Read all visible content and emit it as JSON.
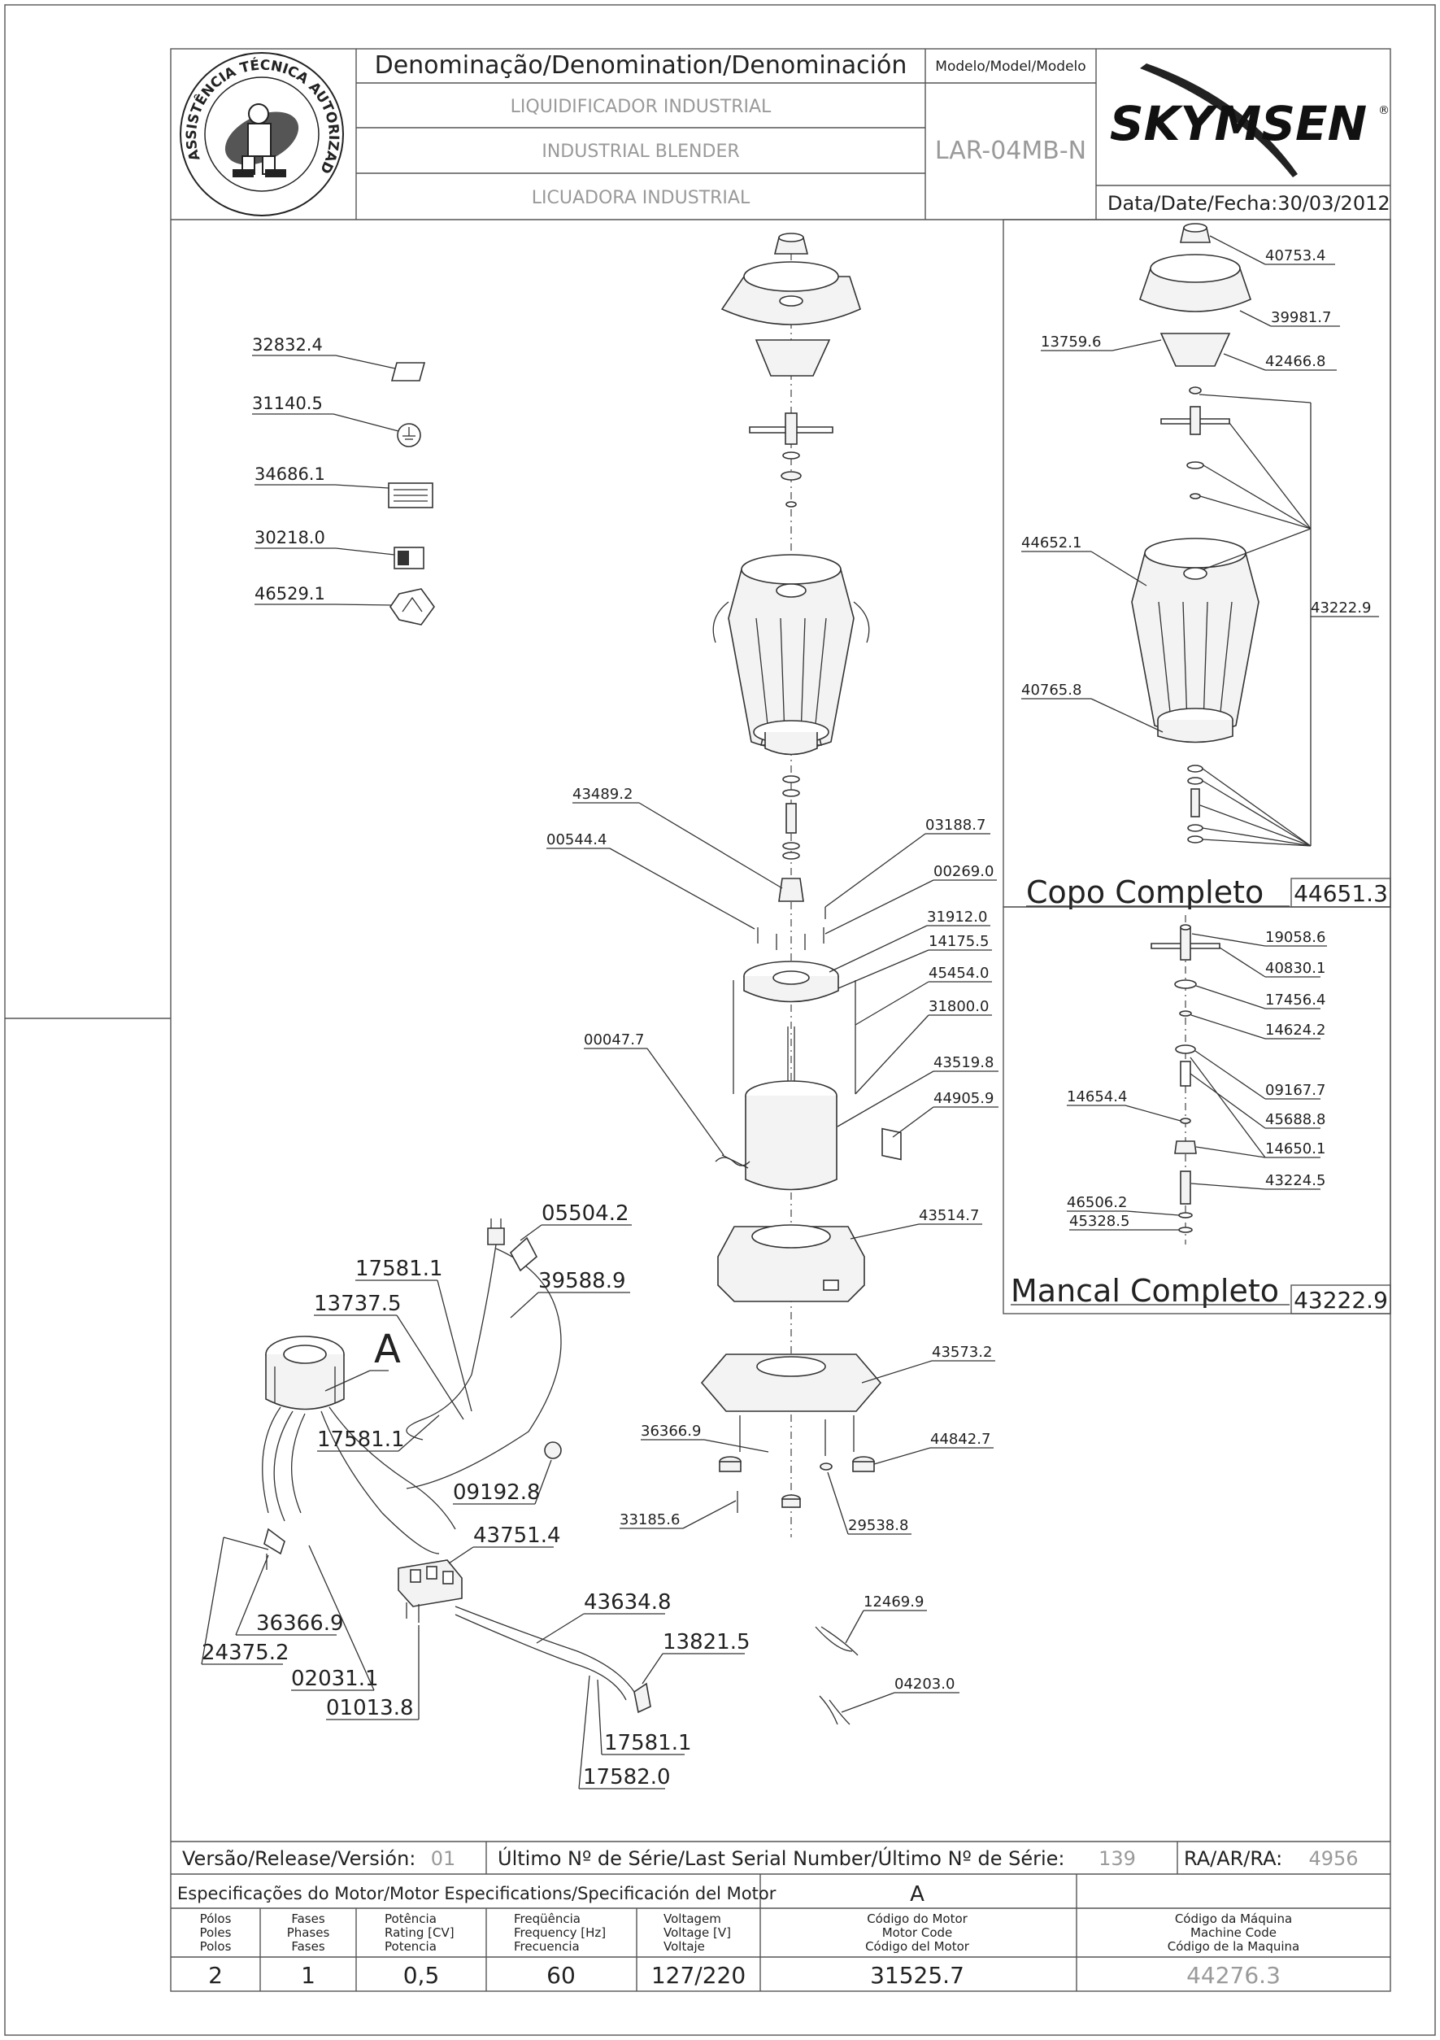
{
  "header": {
    "denomination_heading": "Denominação/Denomination/Denominación",
    "name_pt": "LIQUIDIFICADOR INDUSTRIAL",
    "name_en": "INDUSTRIAL BLENDER",
    "name_es": "LICUADORA INDUSTRIAL",
    "model_heading": "Modelo/Model/Modelo",
    "model_value": "LAR-04MB-N",
    "brand": "SKYMSEN",
    "date_label": "Data/Date/Fecha:",
    "date_value": "30/03/2012",
    "seal_text": "ASSISTÊNCIA TÉCNICA AUTORIZADA"
  },
  "accessories": [
    {
      "code": "32832.4"
    },
    {
      "code": "31140.5"
    },
    {
      "code": "34686.1"
    },
    {
      "code": "30218.0"
    },
    {
      "code": "46529.1"
    }
  ],
  "main_parts": [
    {
      "code": "43489.2"
    },
    {
      "code": "00544.4"
    },
    {
      "code": "03188.7"
    },
    {
      "code": "00269.0"
    },
    {
      "code": "31912.0"
    },
    {
      "code": "14175.5"
    },
    {
      "code": "45454.0"
    },
    {
      "code": "31800.0"
    },
    {
      "code": "00047.7"
    },
    {
      "code": "43519.8"
    },
    {
      "code": "44905.9"
    },
    {
      "code": "43514.7"
    },
    {
      "code": "43573.2"
    },
    {
      "code": "36366.9"
    },
    {
      "code": "44842.7"
    },
    {
      "code": "33185.6"
    },
    {
      "code": "29538.8"
    }
  ],
  "wiring_parts": [
    {
      "code": "05504.2"
    },
    {
      "code": "39588.9"
    },
    {
      "code": "17581.1"
    },
    {
      "code": "13737.5"
    },
    {
      "code": "17581.1"
    },
    {
      "code": "09192.8"
    },
    {
      "code": "43751.4"
    },
    {
      "code": "36366.9"
    },
    {
      "code": "24375.2"
    },
    {
      "code": "02031.1"
    },
    {
      "code": "01013.8"
    },
    {
      "code": "43634.8"
    },
    {
      "code": "13821.5"
    },
    {
      "code": "17581.1"
    },
    {
      "code": "17582.0"
    },
    {
      "code": "12469.9"
    },
    {
      "code": "04203.0"
    }
  ],
  "motor_letter": "A",
  "copo": {
    "title": "Copo Completo",
    "code": "44651.3",
    "parts": [
      {
        "code": "40753.4"
      },
      {
        "code": "39981.7"
      },
      {
        "code": "13759.6"
      },
      {
        "code": "42466.8"
      },
      {
        "code": "44652.1"
      },
      {
        "code": "43222.9"
      },
      {
        "code": "40765.8"
      }
    ]
  },
  "mancal": {
    "title": "Mancal Completo",
    "code": "43222.9",
    "parts": [
      {
        "code": "19058.6"
      },
      {
        "code": "40830.1"
      },
      {
        "code": "17456.4"
      },
      {
        "code": "14624.2"
      },
      {
        "code": "09167.7"
      },
      {
        "code": "14654.4"
      },
      {
        "code": "45688.8"
      },
      {
        "code": "14650.1"
      },
      {
        "code": "43224.5"
      },
      {
        "code": "46506.2"
      },
      {
        "code": "45328.5"
      }
    ]
  },
  "footer": {
    "release_label": "Versão/Release/Versión:",
    "release_value": "01",
    "serial_label": "Último Nº de Série/Last Serial Number/Último Nº de Série:",
    "serial_value": "139",
    "ra_label": "RA/AR/RA:",
    "ra_value": "4956",
    "motor_spec_label": "Especificações do Motor/Motor Especifications/Specificación del Motor",
    "motor_spec_value": "A",
    "columns": [
      {
        "l1": "Pólos",
        "l2": "Poles",
        "l3": "Polos",
        "value": "2"
      },
      {
        "l1": "Fases",
        "l2": "Phases",
        "l3": "Fases",
        "value": "1"
      },
      {
        "l1": "Potência",
        "l2": "Rating [CV]",
        "l3": "Potencia",
        "value": "0,5"
      },
      {
        "l1": "Freqüência",
        "l2": "Frequency [Hz]",
        "l3": "Frecuencia",
        "value": "60"
      },
      {
        "l1": "Voltagem",
        "l2": "Voltage [V]",
        "l3": "Voltaje",
        "value": "127/220"
      },
      {
        "l1": "Código do Motor",
        "l2": "Motor Code",
        "l3": "Código del Motor",
        "value": "31525.7"
      },
      {
        "l1": "Código da Máquina",
        "l2": "Machine Code",
        "l3": "Código de la Maquina",
        "value": "44276.3"
      }
    ]
  },
  "colors": {
    "line": "#333333",
    "grey_text": "#9a9a9a",
    "background": "#ffffff"
  }
}
